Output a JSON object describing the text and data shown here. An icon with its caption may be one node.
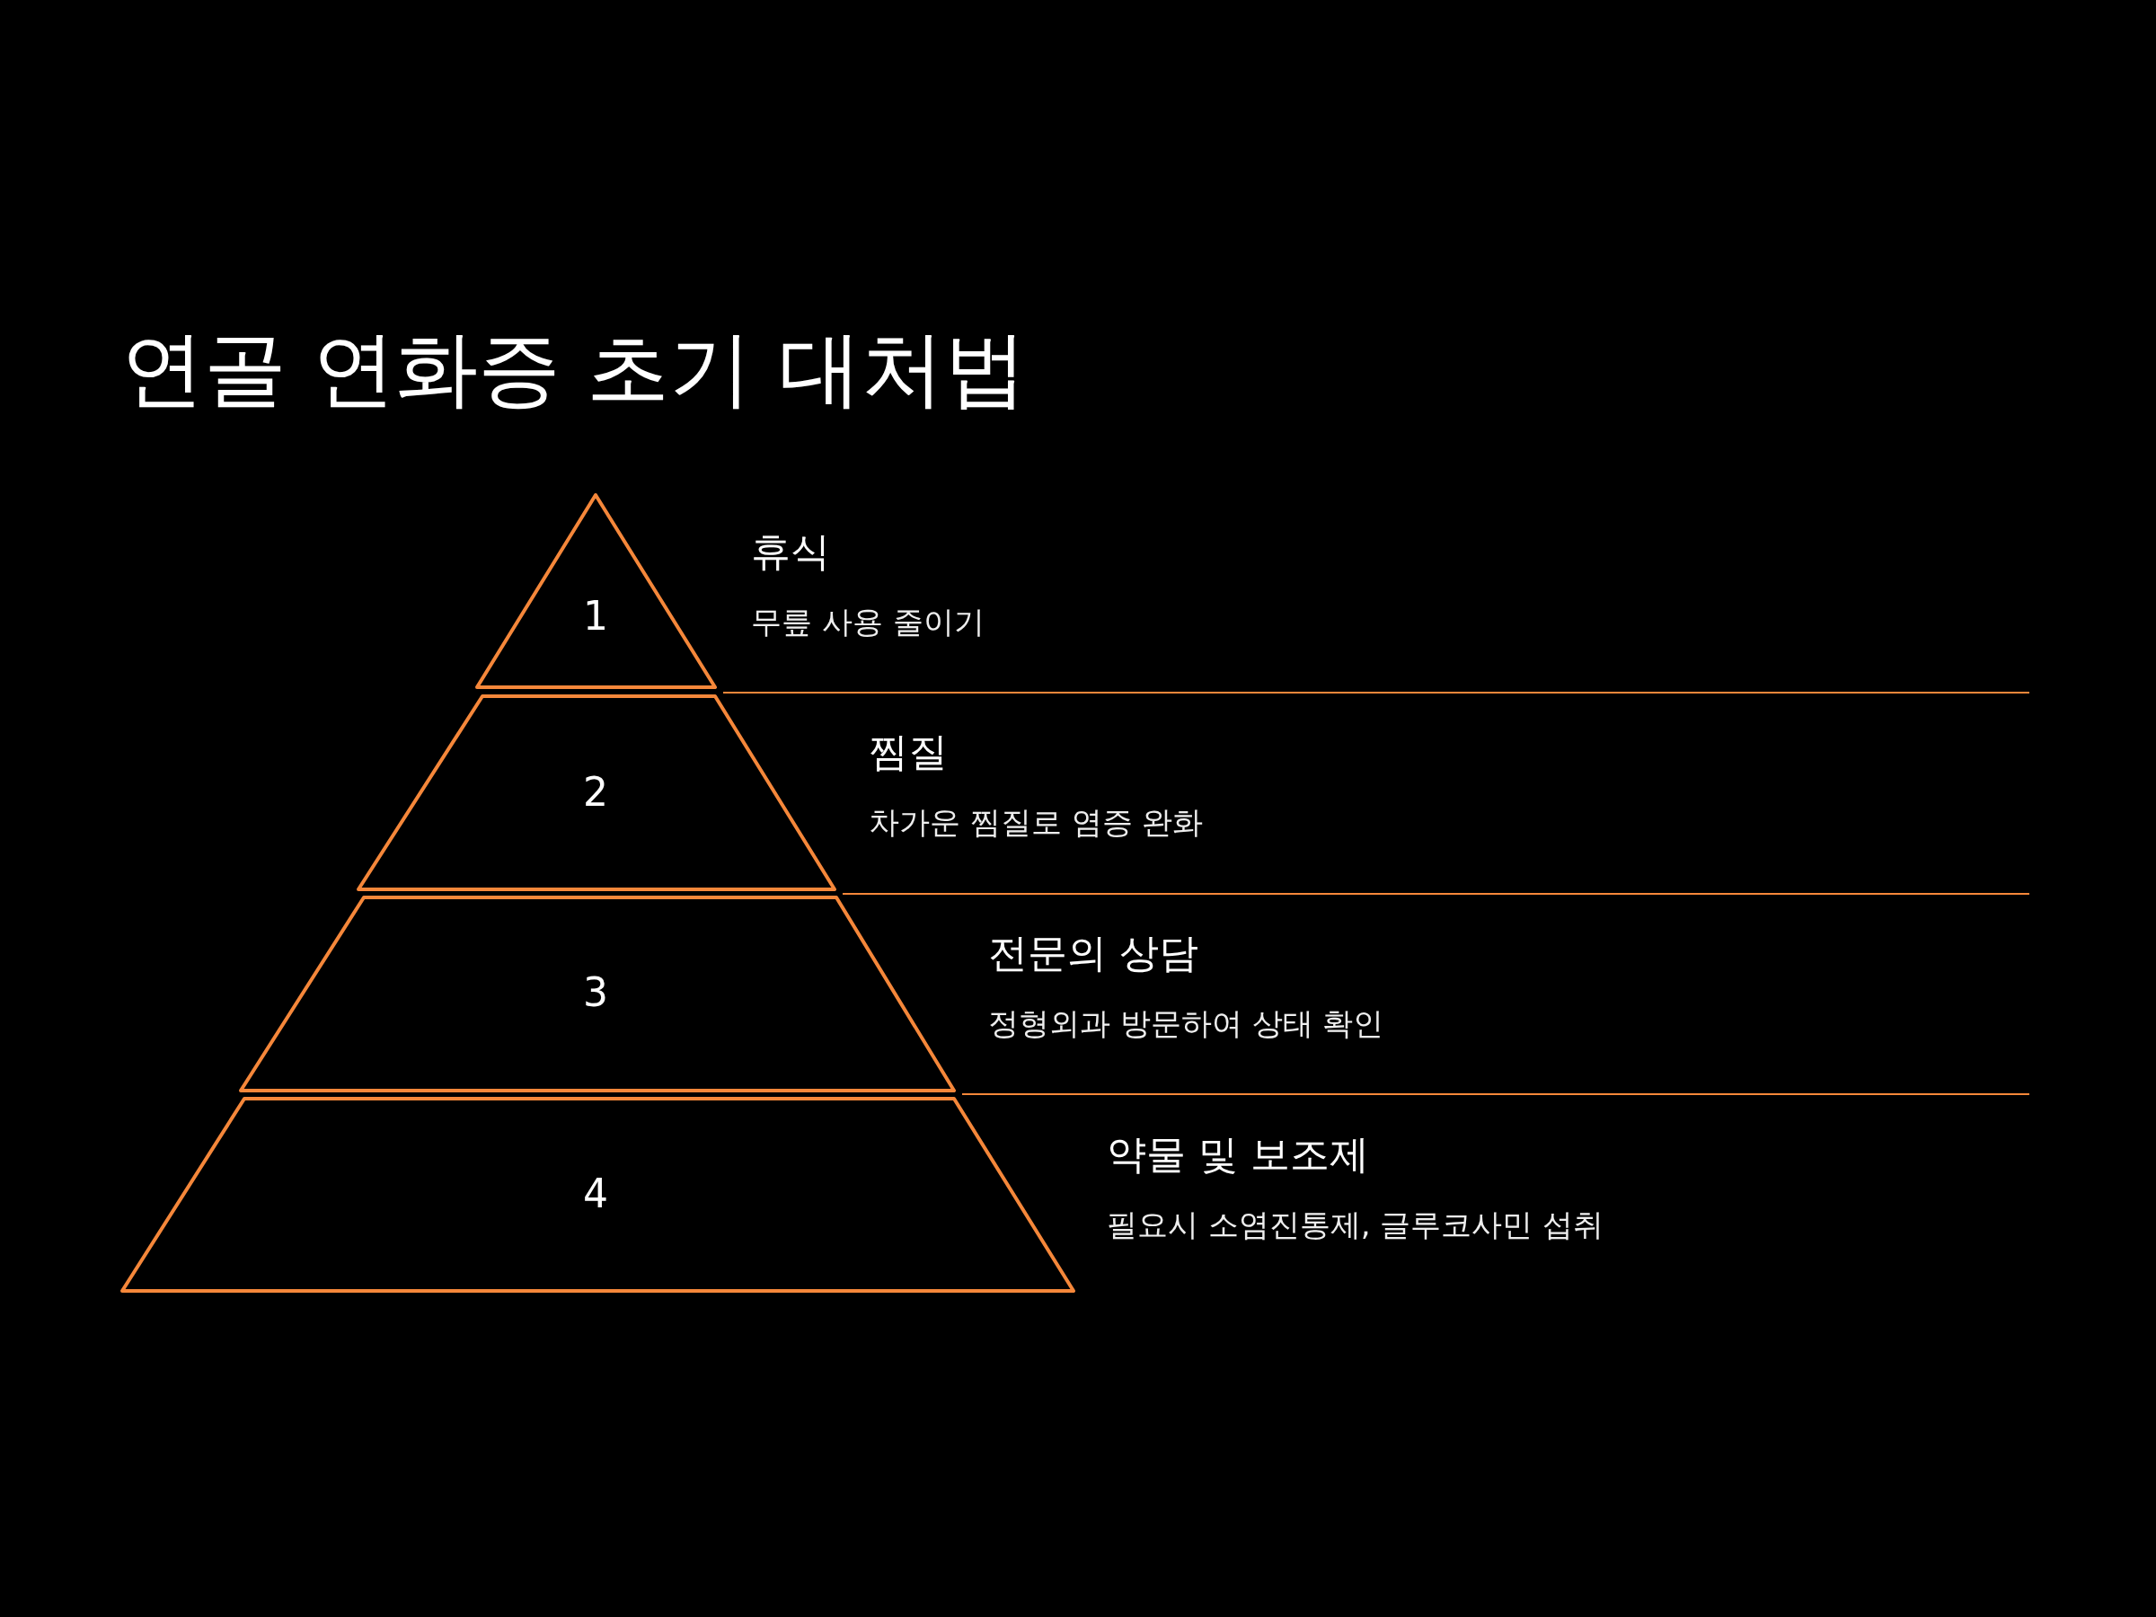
{
  "diagram": {
    "title": "연골 연화증 초기 대처법",
    "nodes": [
      {
        "text": [
          "1"
        ],
        "beside": [
          "휴식",
          "무릎 사용 줄이기"
        ]
      },
      {
        "text": [
          "2"
        ],
        "beside": [
          "찜질",
          "차가운 찜질로 염증 완화"
        ]
      },
      {
        "text": [
          "3"
        ],
        "beside": [
          "전문의 상담",
          "정형외과 방문하여 상태 확인"
        ]
      },
      {
        "text": [
          "4"
        ],
        "beside": [
          "약물 및 보조제",
          "필요시 소염진통제, 글루코사민 섭취"
        ]
      }
    ]
  }
}
